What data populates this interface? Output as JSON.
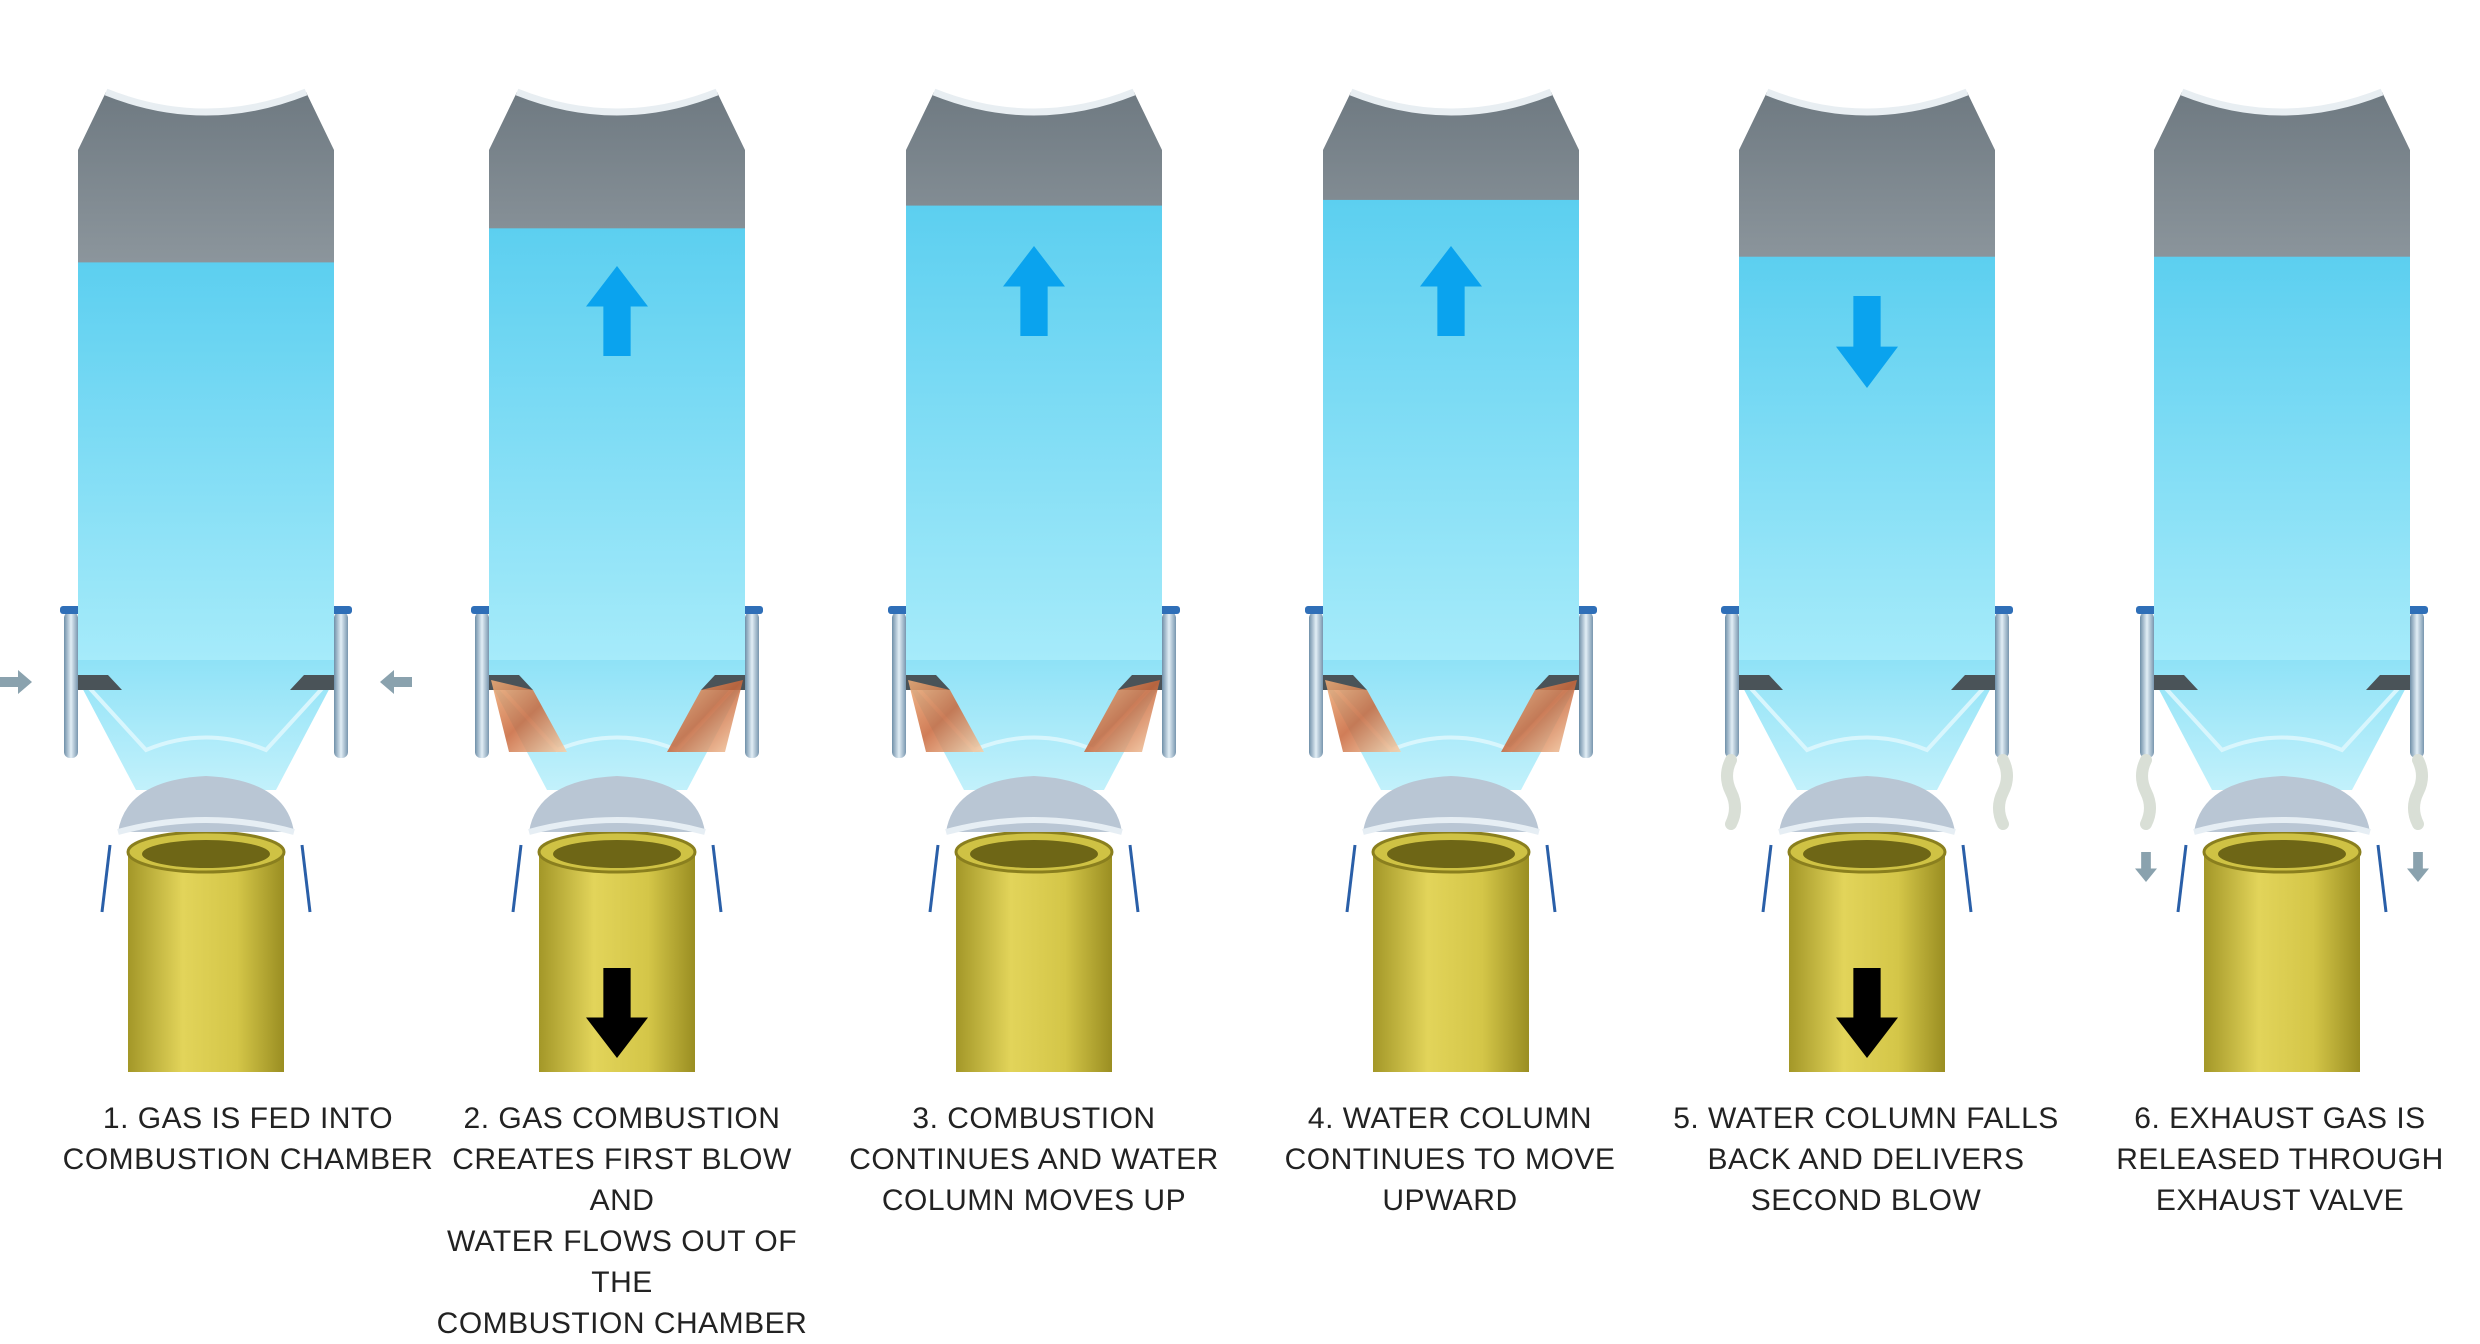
{
  "colors": {
    "water_top": "#5fd3f2",
    "water_bottom": "#a8ecfb",
    "head_top": "#6e7a82",
    "head_bottom": "#c9d1d6",
    "pipe": "#d6c84a",
    "pipe_dark": "#8f8424",
    "arrow_up": "#0aa3ee",
    "arrow_down_pipe": "#000000",
    "gas_arrow": "#8aa2ae",
    "flame": "#e0824a"
  },
  "stages": [
    {
      "caption": [
        "1. GAS IS FED INTO",
        "COMBUSTION CHAMBER"
      ],
      "water_level": 0.3,
      "water_arrow": "none",
      "pipe_arrow": "none",
      "flames": false,
      "gas_inlet": true,
      "exhaust": "none"
    },
    {
      "caption": [
        "2. GAS COMBUSTION",
        "CREATES FIRST BLOW AND",
        "WATER FLOWS OUT OF THE",
        "COMBUSTION CHAMBER"
      ],
      "water_level": 0.24,
      "water_arrow": "up",
      "pipe_arrow": "down",
      "flames": true,
      "gas_inlet": false,
      "exhaust": "none"
    },
    {
      "caption": [
        "3. COMBUSTION",
        "CONTINUES AND WATER",
        "COLUMN MOVES UP"
      ],
      "water_level": 0.2,
      "water_arrow": "up",
      "pipe_arrow": "none",
      "flames": true,
      "gas_inlet": false,
      "exhaust": "none"
    },
    {
      "caption": [
        "4. WATER COLUMN",
        "CONTINUES TO MOVE",
        "UPWARD"
      ],
      "water_level": 0.19,
      "water_arrow": "up",
      "pipe_arrow": "none",
      "flames": true,
      "gas_inlet": false,
      "exhaust": "none"
    },
    {
      "caption": [
        "5. WATER COLUMN FALLS",
        "BACK AND DELIVERS",
        "SECOND BLOW"
      ],
      "water_level": 0.29,
      "water_arrow": "down",
      "pipe_arrow": "down",
      "flames": false,
      "gas_inlet": false,
      "exhaust": "smoke"
    },
    {
      "caption": [
        "6. EXHAUST GAS IS",
        "RELEASED THROUGH",
        "EXHAUST VALVE"
      ],
      "water_level": 0.29,
      "water_arrow": "none",
      "pipe_arrow": "none",
      "flames": false,
      "gas_inlet": false,
      "exhaust": "released"
    }
  ]
}
